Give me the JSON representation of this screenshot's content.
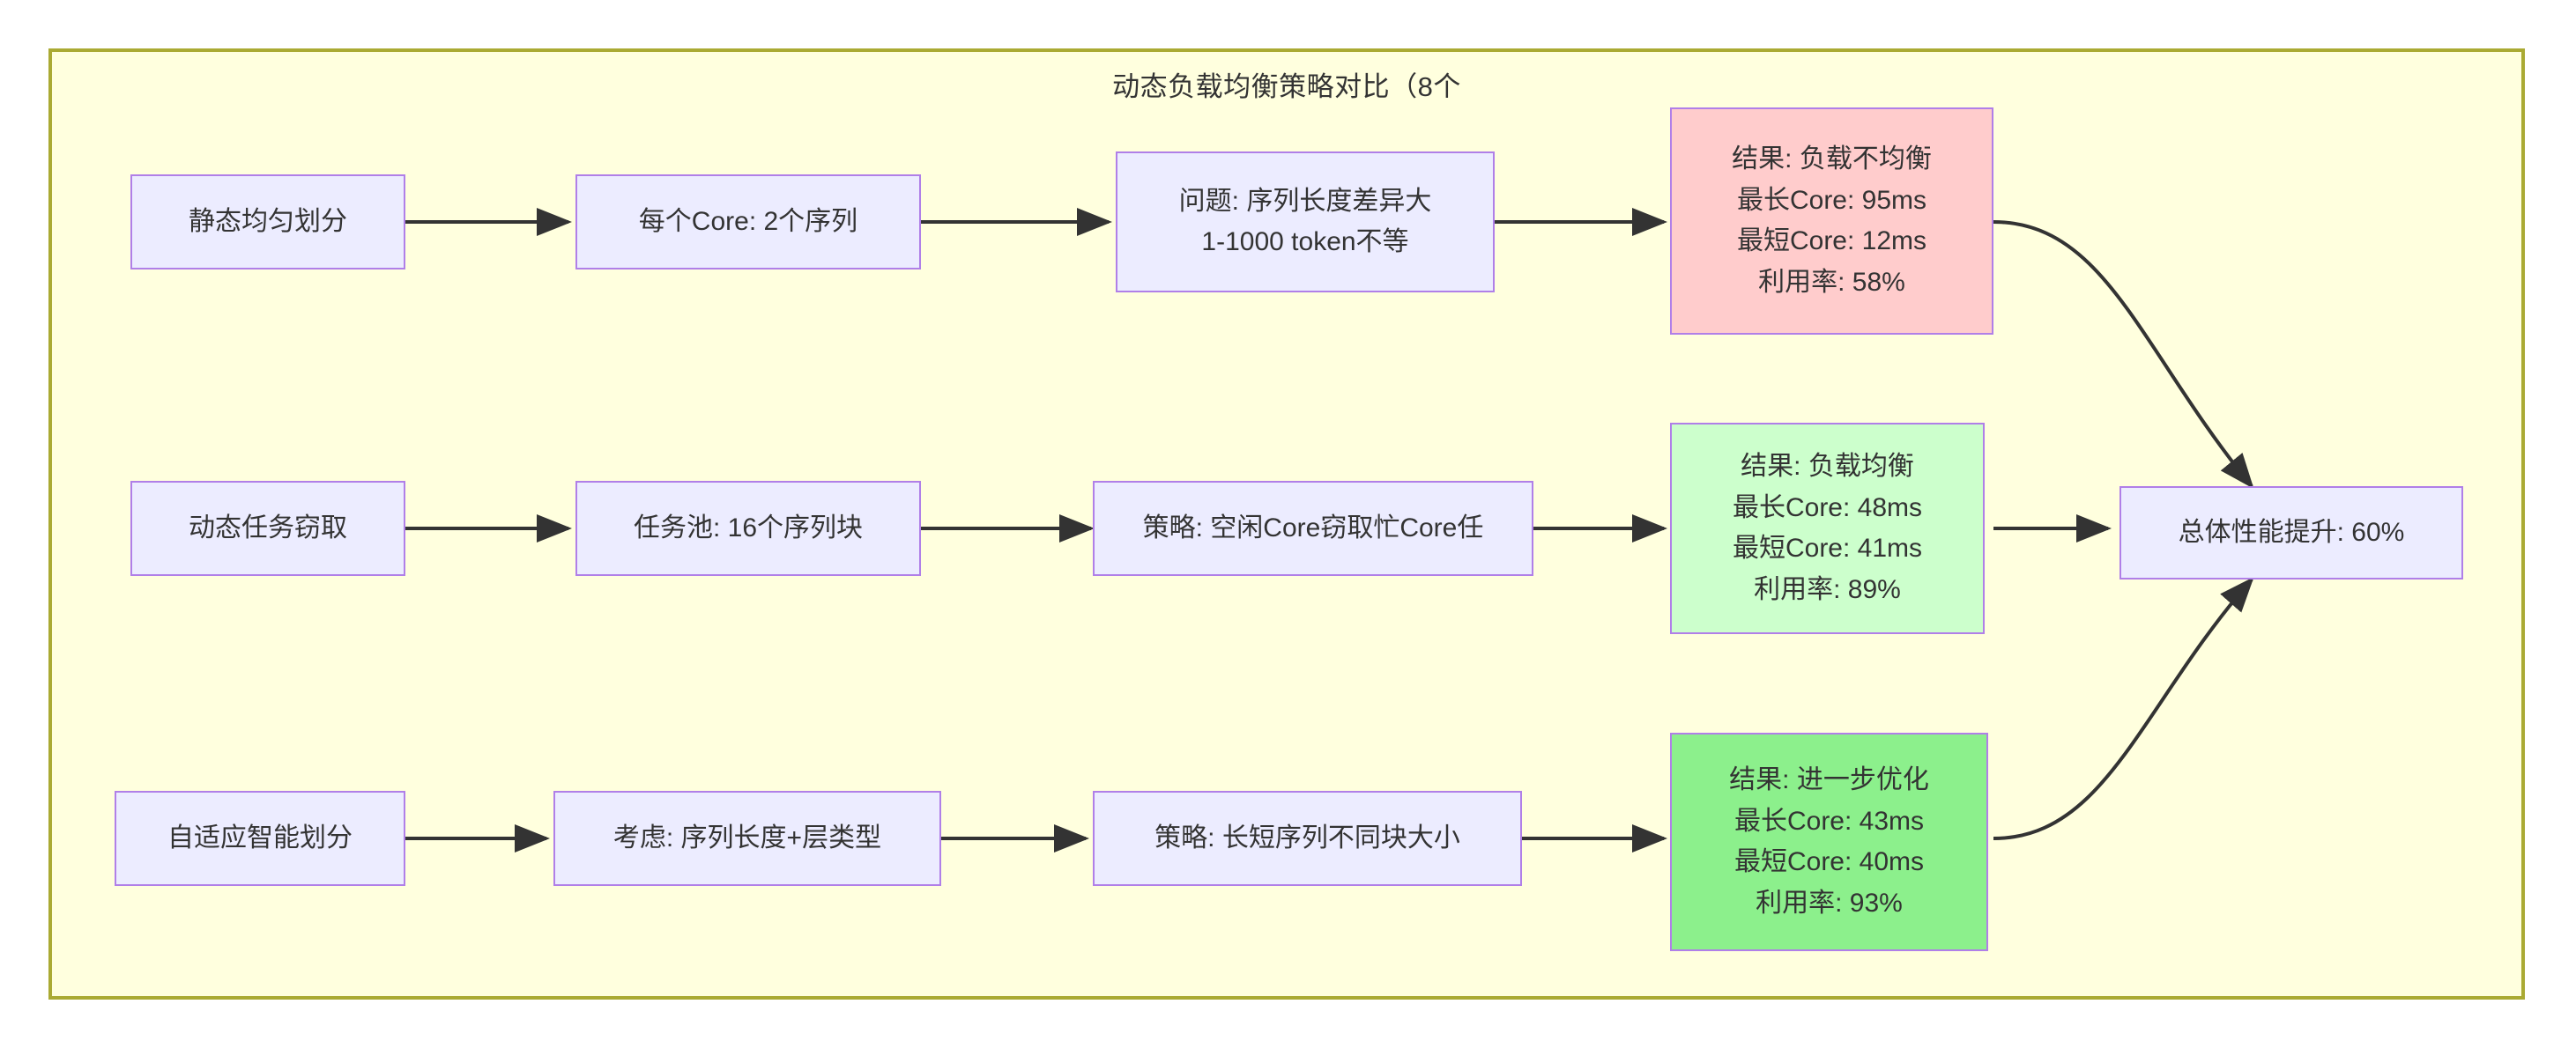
{
  "diagram": {
    "title": "动态负载均衡策略对比（8个",
    "frame_background": "#ffffde",
    "frame_border": "#aaaa33",
    "node_fill_default": "#ececff",
    "node_border": "#b07fe8",
    "node_fill_red": "#ffcccc",
    "node_fill_green_light": "#ccffcc",
    "node_fill_green_bright": "#8cf08c",
    "edge_color": "#333333"
  },
  "nodes": {
    "r1n1": {
      "lines": [
        "静态均匀划分"
      ]
    },
    "r1n2": {
      "lines": [
        "每个Core: 2个序列"
      ]
    },
    "r1n3": {
      "lines": [
        "问题: 序列长度差异大",
        "1-1000 token不等"
      ]
    },
    "r1n4": {
      "lines": [
        "结果: 负载不均衡",
        "最长Core: 95ms",
        "最短Core: 12ms",
        "利用率: 58%"
      ]
    },
    "r2n1": {
      "lines": [
        "动态任务窃取"
      ]
    },
    "r2n2": {
      "lines": [
        "任务池: 16个序列块"
      ]
    },
    "r2n3": {
      "lines": [
        "策略: 空闲Core窃取忙Core任"
      ]
    },
    "r2n4": {
      "lines": [
        "结果: 负载均衡",
        "最长Core: 48ms",
        "最短Core: 41ms",
        "利用率: 89%"
      ]
    },
    "r3n1": {
      "lines": [
        "自适应智能划分"
      ]
    },
    "r3n2": {
      "lines": [
        "考虑: 序列长度+层类型"
      ]
    },
    "r3n3": {
      "lines": [
        "策略: 长短序列不同块大小"
      ]
    },
    "r3n4": {
      "lines": [
        "结果: 进一步优化",
        "最长Core: 43ms",
        "最短Core: 40ms",
        "利用率: 93%"
      ]
    },
    "final": {
      "lines": [
        "总体性能提升: 60%"
      ]
    }
  }
}
